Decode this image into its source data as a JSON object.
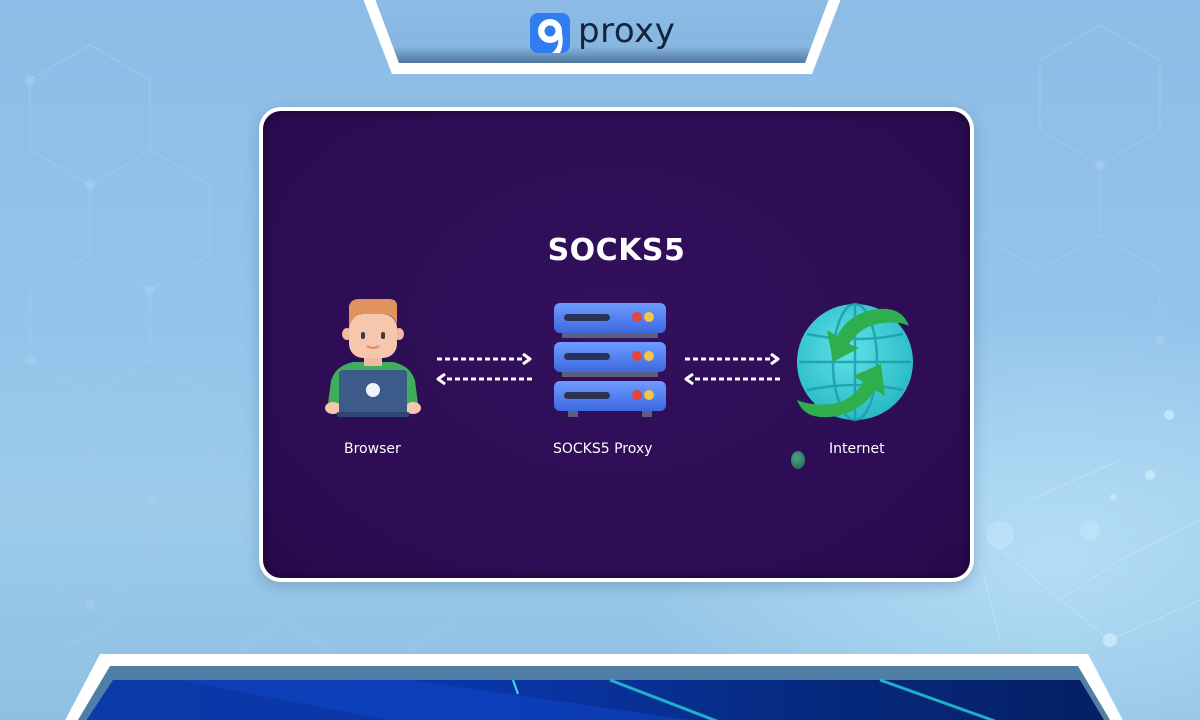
{
  "header": {
    "logo_icon": "nine-proxy-logo-icon",
    "brand": "proxy"
  },
  "diagram": {
    "title": "SOCKS5",
    "nodes": [
      {
        "id": "browser",
        "label": "Browser",
        "icon": "user-with-laptop-icon"
      },
      {
        "id": "proxy",
        "label": "SOCKS5 Proxy",
        "icon": "server-stack-icon"
      },
      {
        "id": "internet",
        "label": "Internet",
        "icon": "globe-sync-icon"
      }
    ],
    "edges": [
      {
        "from": "browser",
        "to": "proxy",
        "style": "dashed",
        "direction": "bidirectional"
      },
      {
        "from": "proxy",
        "to": "internet",
        "style": "dashed",
        "direction": "bidirectional"
      }
    ]
  },
  "colors": {
    "card_bg": "#2e0d56",
    "page_bg": "#8dbde6",
    "logo_blue": "#2f7df0",
    "logo_text": "#15233f",
    "server_blue": "#4a7cf0",
    "globe_cyan": "#3ed0d8",
    "arrow_green": "#2fae4e",
    "shirt_green": "#3fae5a"
  }
}
